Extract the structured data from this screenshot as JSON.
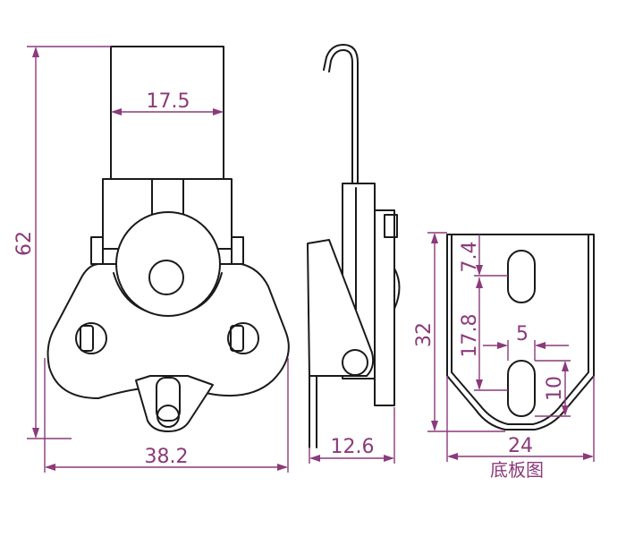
{
  "colors": {
    "dimension": "#8b3a7a",
    "outline": "#1a1a1a",
    "background": "#ffffff"
  },
  "dimensions": {
    "total_height": "62",
    "top_width": "17.5",
    "base_width": "38.2",
    "side_depth": "12.6",
    "plate_height": "32",
    "plate_width": "24",
    "slot_offset": "7.4",
    "slot_spacing": "17.8",
    "slot_width": "5",
    "slot_length": "10"
  },
  "captions": {
    "base_plate": "底板图"
  }
}
